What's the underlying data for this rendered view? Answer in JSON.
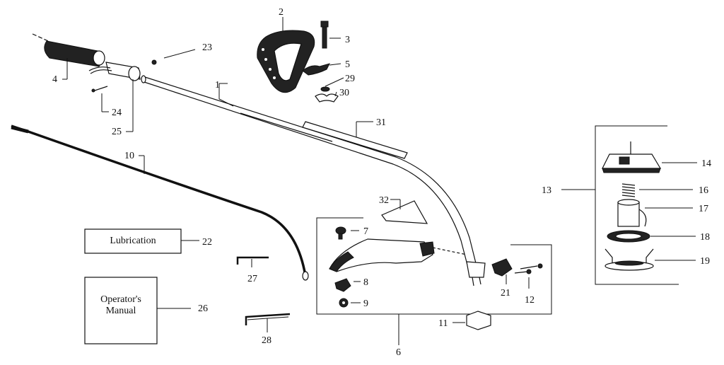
{
  "callouts": {
    "c1": "1",
    "c2": "2",
    "c3": "3",
    "c4": "4",
    "c5": "5",
    "c6": "6",
    "c7": "7",
    "c8": "8",
    "c9": "9",
    "c10": "10",
    "c11": "11",
    "c12": "12",
    "c13": "13",
    "c14": "14",
    "c16": "16",
    "c17": "17",
    "c18": "18",
    "c19": "19",
    "c21": "21",
    "c22": "22",
    "c23": "23",
    "c24": "24",
    "c25": "25",
    "c26": "26",
    "c27": "27",
    "c28": "28",
    "c29": "29",
    "c30": "30",
    "c31": "31",
    "c32": "32"
  },
  "boxes": {
    "lubrication": "Lubrication",
    "manual_line1": "Operator's",
    "manual_line2": "Manual"
  }
}
